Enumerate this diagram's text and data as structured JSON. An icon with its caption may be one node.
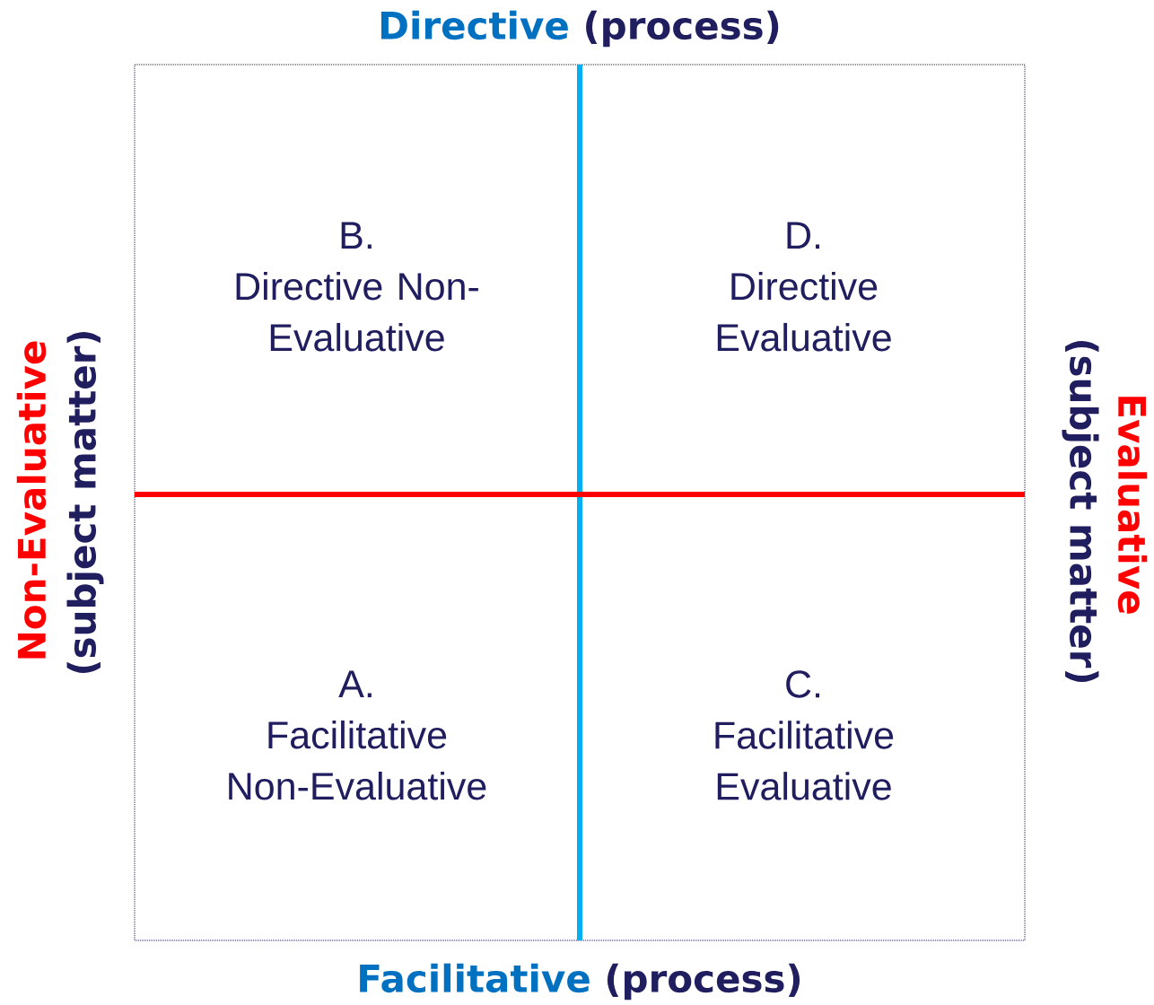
{
  "diagram": {
    "nodes": [
      {
        "text": [],
        "shape": "box"
      },
      {
        "text": [
          "B.",
          "Directive Non-Evaluative"
        ],
        "in": 0
      },
      {
        "text": [
          "D.",
          "Directive Evaluative"
        ],
        "in": 0
      },
      {
        "text": [
          "A.",
          "Facilitative Non-Evaluative"
        ],
        "in": 0
      },
      {
        "text": [
          "C.",
          "Facilitative Evaluative"
        ],
        "in": 0
      }
    ],
    "edges": [],
    "labels": [
      "Directive",
      "(process)",
      "Non-Evaluative",
      "(subject matter)",
      "Evaluative",
      "(subject matter)",
      "Facilitative",
      "(process)"
    ]
  }
}
